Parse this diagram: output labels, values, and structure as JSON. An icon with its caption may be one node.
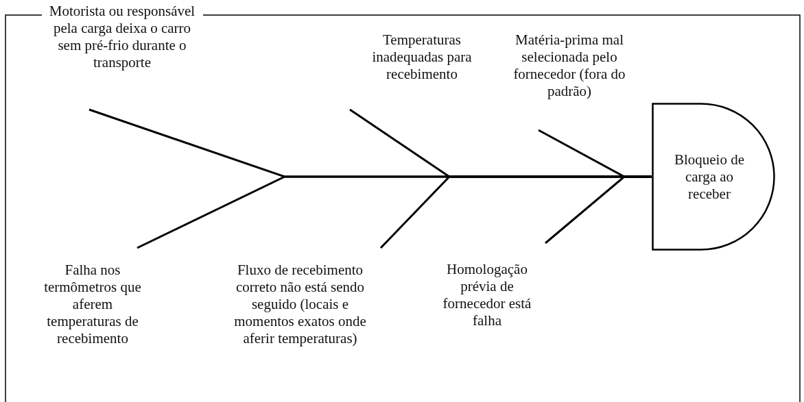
{
  "diagram": {
    "nodes": [
      {
        "text": [
          "Motorista ou responsável pela carga deixa o carro sem pré-frio durante o transporte"
        ]
      },
      {
        "text": [
          "Temperaturas inadequadas para recebimento"
        ]
      },
      {
        "text": [
          "Matéria-prima mal selecionada pelo fornecedor (fora do padrão)"
        ]
      },
      {
        "text": [
          "Falha nos termômetros que aferem temperaturas de recebimento"
        ]
      },
      {
        "text": [
          "Fluxo de recebimento correto não está sendo seguido (locais e momentos exatos onde aferir temperaturas)"
        ]
      },
      {
        "text": [
          "Homologação prévia de fornecedor está falha"
        ]
      },
      {
        "text": [
          "Bloqueio de carga ao receber"
        ]
      }
    ],
    "edges": [
      {
        "from": 0,
        "to": 6,
        "arrow": "none"
      },
      {
        "from": 3,
        "to": 6,
        "arrow": "none"
      },
      {
        "from": 1,
        "to": 6,
        "arrow": "none"
      },
      {
        "from": 4,
        "to": 6,
        "arrow": "none"
      },
      {
        "from": 2,
        "to": 6,
        "arrow": "none"
      },
      {
        "from": 5,
        "to": 6,
        "arrow": "none"
      }
    ]
  }
}
